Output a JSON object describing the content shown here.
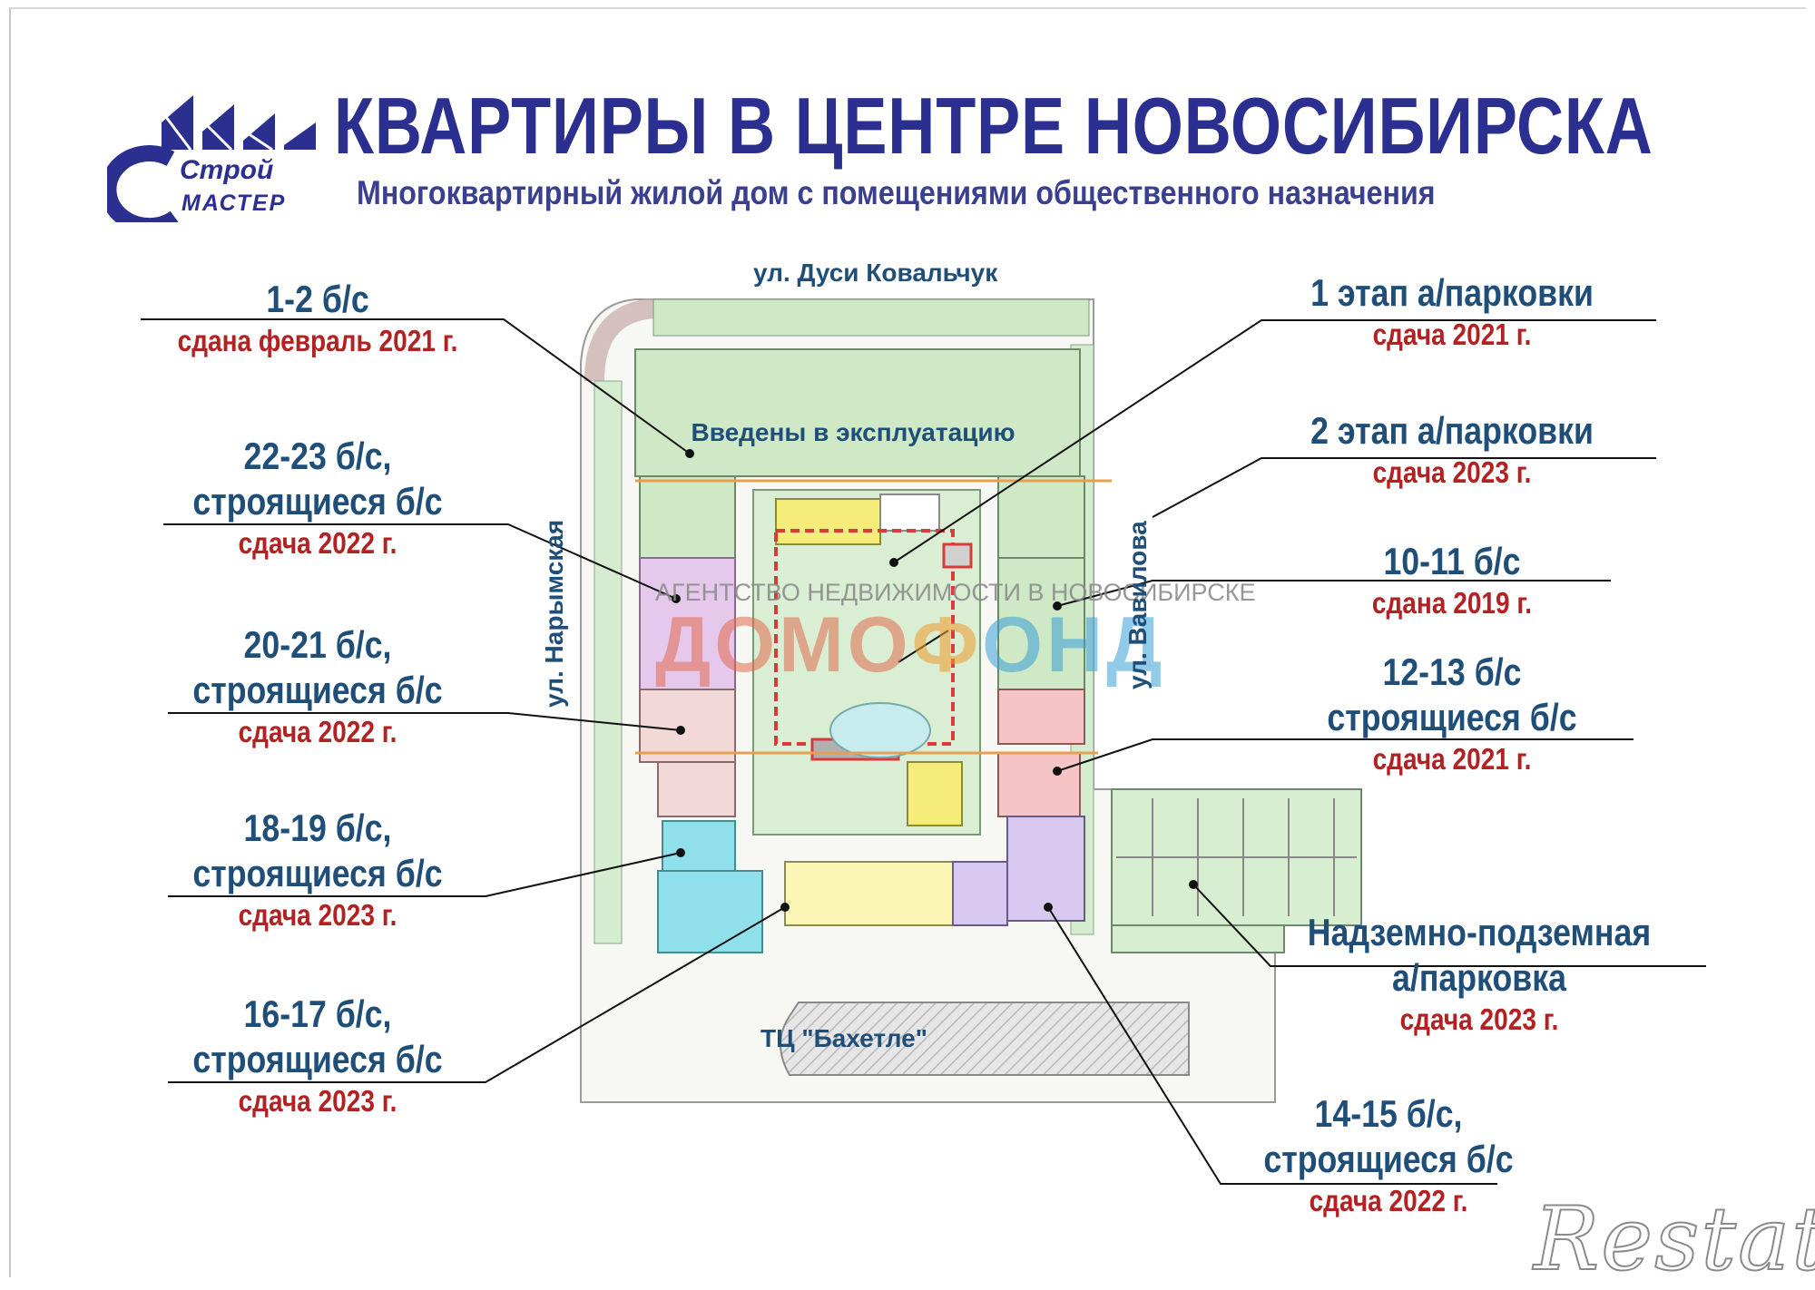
{
  "header": {
    "title": "КВАРТИРЫ  В  ЦЕНТРЕ НОВОСИБИРСКА",
    "subtitle": "Многоквартирный жилой дом с помещениями общественного назначения",
    "logo_text": "МАСТЕР",
    "logo_script": "Строй"
  },
  "streets": {
    "north": "ул. Дуси Ковальчук",
    "west": "ул. Нарымская",
    "east": "ул. Вавилова"
  },
  "map": {
    "operational_label": "Введены в эксплуатацию",
    "mall_label": "ТЦ \"Бахетле\""
  },
  "labels": {
    "bs_1_2": {
      "name": "1-2 б/с",
      "status": "сдана  февраль 2021 г."
    },
    "bs_22_23": {
      "name1": "22-23 б/с,",
      "name2": "строящиеся б/с",
      "status": "сдача 2022 г."
    },
    "bs_20_21": {
      "name1": "20-21 б/с,",
      "name2": "строящиеся б/с",
      "status": "сдача 2022 г."
    },
    "bs_18_19": {
      "name1": "18-19 б/с,",
      "name2": "строящиеся б/с",
      "status": "сдача 2023 г."
    },
    "bs_16_17": {
      "name1": "16-17 б/с,",
      "name2": "строящиеся б/с",
      "status": "сдача 2023 г."
    },
    "parking_1": {
      "name": "1 этап а/парковки",
      "status": "сдача 2021 г."
    },
    "parking_2": {
      "name": "2 этап а/парковки",
      "status": "сдача 2023 г."
    },
    "bs_10_11": {
      "name": "10-11 б/с",
      "status": "сдана 2019 г."
    },
    "bs_12_13": {
      "name1": "12-13 б/с",
      "name2": "строящиеся б/с",
      "status": "сдача   2021 г."
    },
    "parking_big": {
      "name1": "Надземно-подземная",
      "name2": "а/парковка",
      "status": "сдача 2023 г."
    },
    "bs_14_15": {
      "name1": "14-15 б/с,",
      "name2": "строящиеся б/с",
      "status": "сдача 2022 г."
    }
  },
  "watermarks": {
    "agency": "АГЕНТСТВО НЕДВИЖИМОСТИ В НОВОСИБИРСКЕ",
    "brand_part1": "ДОМО",
    "brand_part2": "Ф",
    "brand_part3": "ОНД",
    "restate": "Restate"
  },
  "colors": {
    "title_blue": "#2b2f8f",
    "label_blue": "#1f4e79",
    "status_red": "#b22222"
  }
}
